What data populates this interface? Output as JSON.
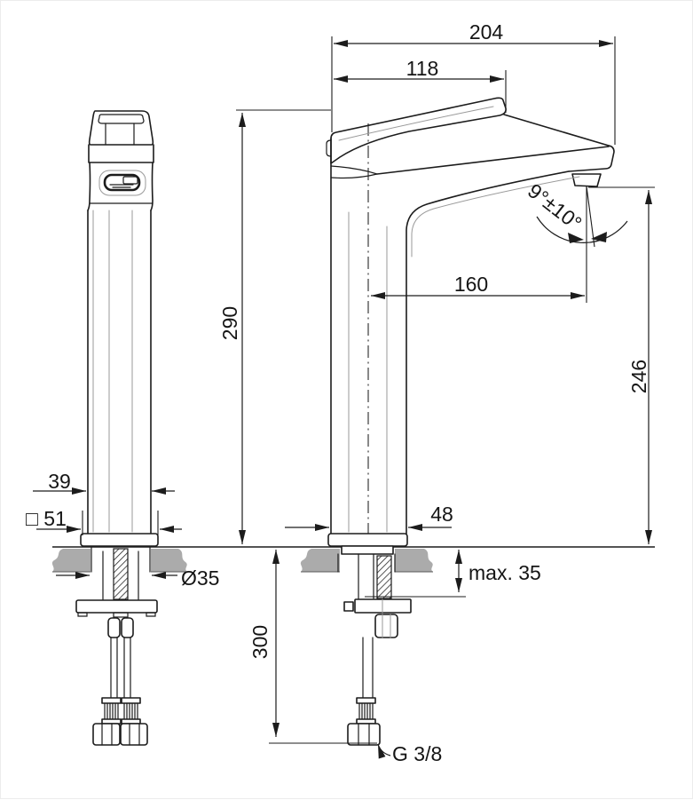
{
  "dimensions": {
    "overall_depth": "204",
    "handle_reach": "118",
    "height_deck_to_handle": "290",
    "spout_outlet_height": "246",
    "spout_reach": "160",
    "column_depth": "48",
    "column_width": "39",
    "base_square": "□ 51",
    "hole_diameter": "Ø35",
    "hose_length_below_deck": "300",
    "max_deck_thickness": "max. 35",
    "hose_thread": "G 3/8",
    "jet_angle": "9°±10°"
  },
  "colors": {
    "line": "#1c1c1c",
    "light_line": "#9a9a9a",
    "deck_fill": "#ababab",
    "background": "#ffffff"
  }
}
